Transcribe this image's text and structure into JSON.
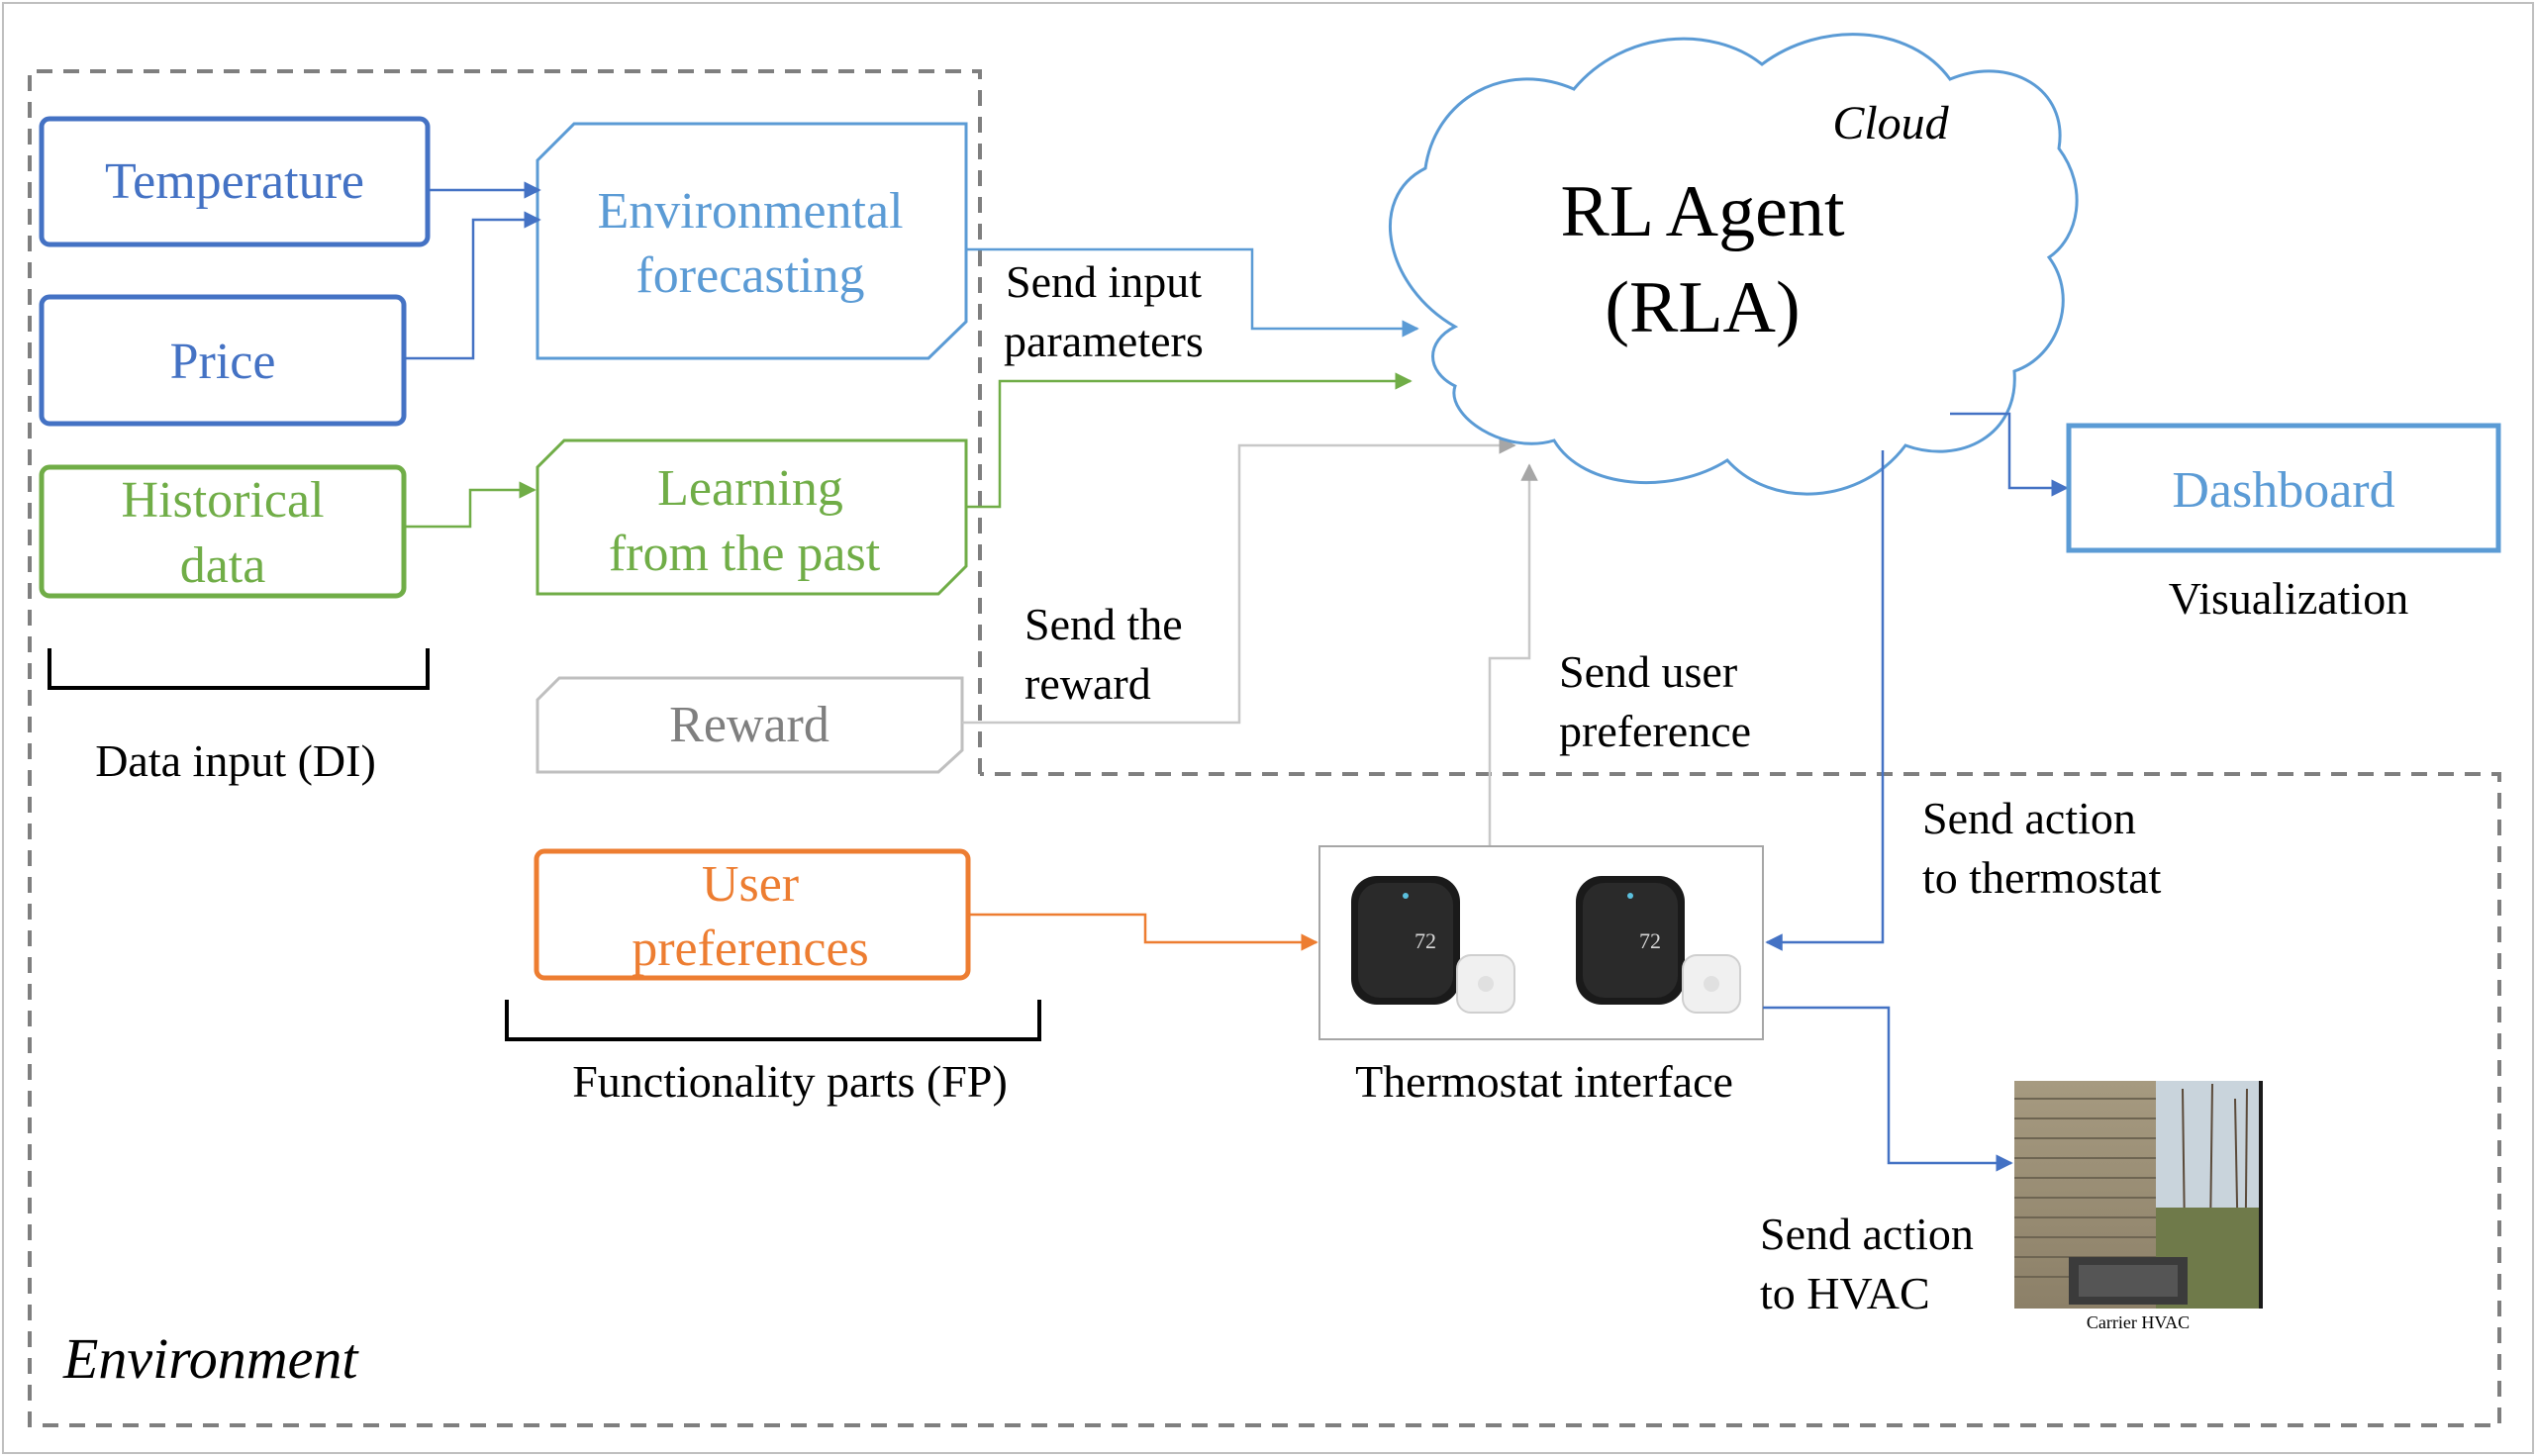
{
  "colors": {
    "dark_blue": "#4472C4",
    "light_blue": "#5B9BD5",
    "green": "#70AD47",
    "orange": "#ED7D31",
    "gray": "#A6A6A6",
    "text": "#000000",
    "dashed": "#7F7F7F"
  },
  "environment_label": "Environment",
  "data_input": {
    "temperature": "Temperature",
    "price": "Price",
    "historical_line1": "Historical",
    "historical_line2": "data",
    "label": "Data input (DI)"
  },
  "functionality": {
    "env_forecast_line1": "Environmental",
    "env_forecast_line2": "forecasting",
    "learning_line1": "Learning",
    "learning_line2": "from the past",
    "reward": "Reward",
    "user_pref_line1": "User",
    "user_pref_line2": "preferences",
    "label": "Functionality parts (FP)"
  },
  "cloud": {
    "caption": "Cloud",
    "title_line1": "RL Agent",
    "title_line2": "(RLA)"
  },
  "edges": {
    "send_input_line1": "Send input",
    "send_input_line2": "parameters",
    "send_reward_line1": "Send the",
    "send_reward_line2": "reward",
    "send_pref_line1": "Send user",
    "send_pref_line2": "preference",
    "send_action_thermo_line1": "Send action",
    "send_action_thermo_line2": "to thermostat",
    "send_action_hvac_line1": "Send action",
    "send_action_hvac_line2": "to HVAC"
  },
  "dashboard": {
    "label": "Dashboard",
    "caption": "Visualization"
  },
  "thermostat": {
    "caption": "Thermostat interface",
    "reading": "72",
    "icon": "thermostat-icon"
  },
  "hvac": {
    "caption": "Carrier HVAC",
    "icon": "hvac-unit-photo"
  }
}
